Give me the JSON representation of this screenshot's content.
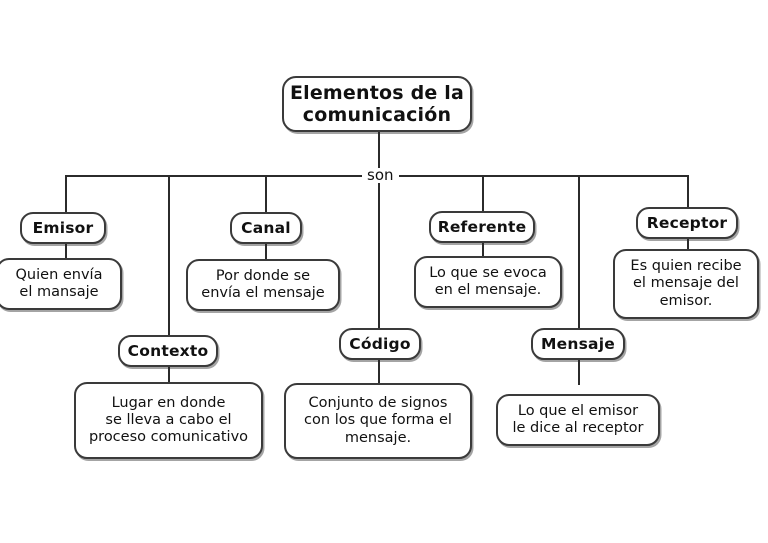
{
  "diagram": {
    "type": "concept-map",
    "language": "es",
    "background_color": "#ffffff",
    "line_color": "#2b2b2b",
    "box_border_color": "#3a3a3a",
    "text_color": "#111111",
    "root": {
      "label": "Elementos de la\ncomunicación"
    },
    "connector_label": "son",
    "branches": [
      {
        "key": "emisor",
        "heading": "Emisor",
        "description": "Quien envía\nel mansaje"
      },
      {
        "key": "contexto",
        "heading": "Contexto",
        "description": "Lugar en donde\nse lleva a cabo el\nproceso comunicativo"
      },
      {
        "key": "canal",
        "heading": "Canal",
        "description": "Por donde se\nenvía el mensaje"
      },
      {
        "key": "codigo",
        "heading": "Código",
        "description": "Conjunto de signos\ncon los que forma el\nmensaje."
      },
      {
        "key": "referente",
        "heading": "Referente",
        "description": "Lo que se evoca\nen el mensaje."
      },
      {
        "key": "mensaje",
        "heading": "Mensaje",
        "description": "Lo que el emisor\nle dice al receptor"
      },
      {
        "key": "receptor",
        "heading": "Receptor",
        "description": "Es quien recibe\nel mensaje del\nemisor."
      }
    ]
  }
}
